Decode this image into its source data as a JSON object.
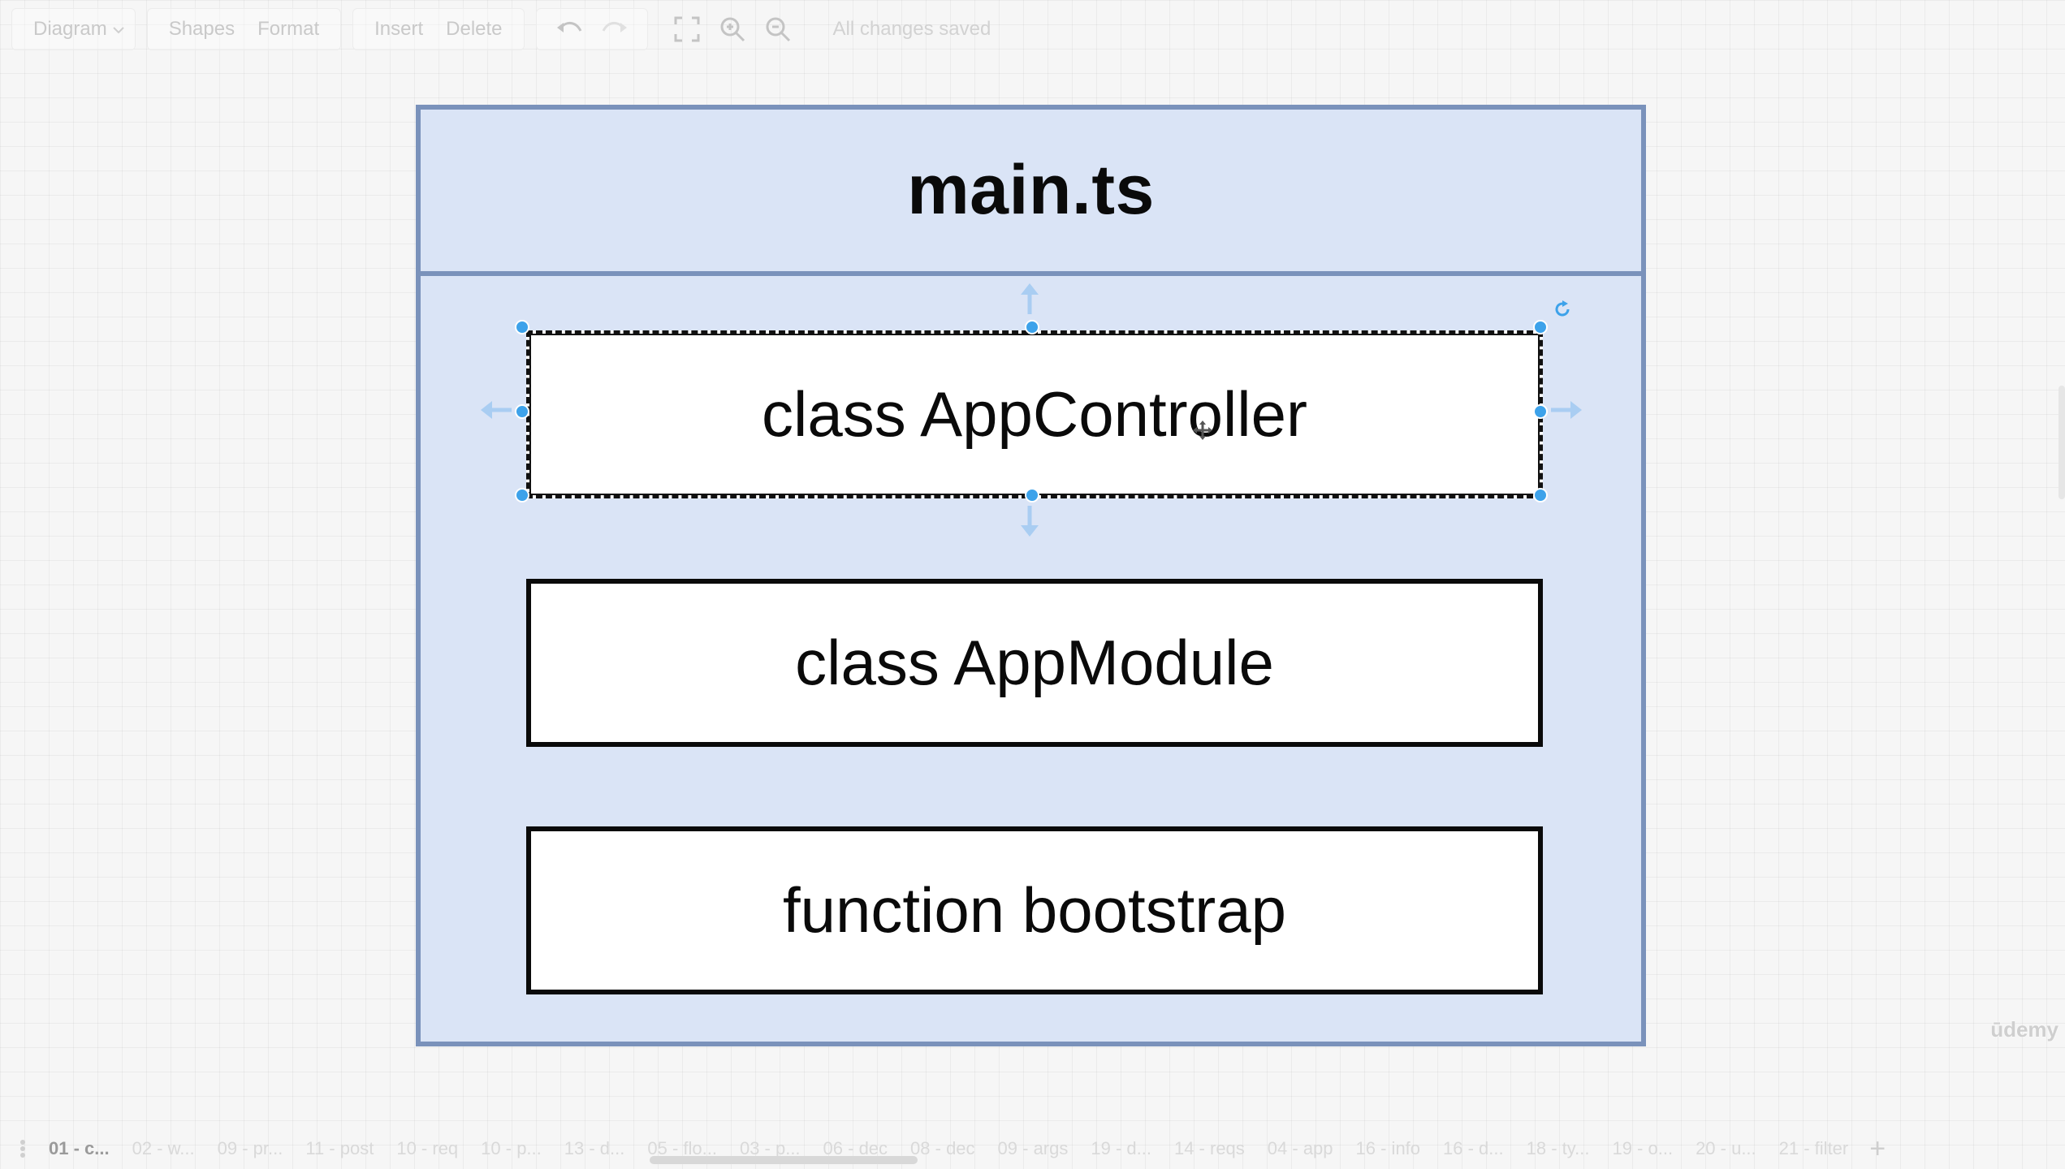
{
  "toolbar": {
    "diagram_menu": "Diagram",
    "shapes": "Shapes",
    "format": "Format",
    "insert": "Insert",
    "delete": "Delete",
    "status": "All changes saved",
    "icons": [
      "undo-icon",
      "redo-icon",
      "fullscreen-icon",
      "zoom-in-icon",
      "zoom-out-icon"
    ]
  },
  "diagram": {
    "title": "main.ts",
    "shapes": [
      {
        "label": "class AppController",
        "selected": true
      },
      {
        "label": "class AppModule",
        "selected": false
      },
      {
        "label": "function bootstrap",
        "selected": false
      }
    ],
    "colors": {
      "container_fill": "#dae4f6",
      "container_border": "#7a92bb",
      "shape_fill": "#ffffff",
      "shape_border": "#0a0a0a",
      "selection_handle": "#3da2ea"
    }
  },
  "watermark": "ūdemy",
  "pages": [
    "01 - c...",
    "02 - w...",
    "09 - pr...",
    "11 - post",
    "10 - req",
    "10 - p...",
    "13 - d...",
    "05 - flo...",
    "03 - p...",
    "06 - dec",
    "08 - dec",
    "09 - args",
    "19 - d...",
    "14 - reqs",
    "04 - app",
    "16 - info",
    "16 - d...",
    "18 - ty...",
    "19 - o...",
    "20 - u...",
    "21 - filter"
  ]
}
